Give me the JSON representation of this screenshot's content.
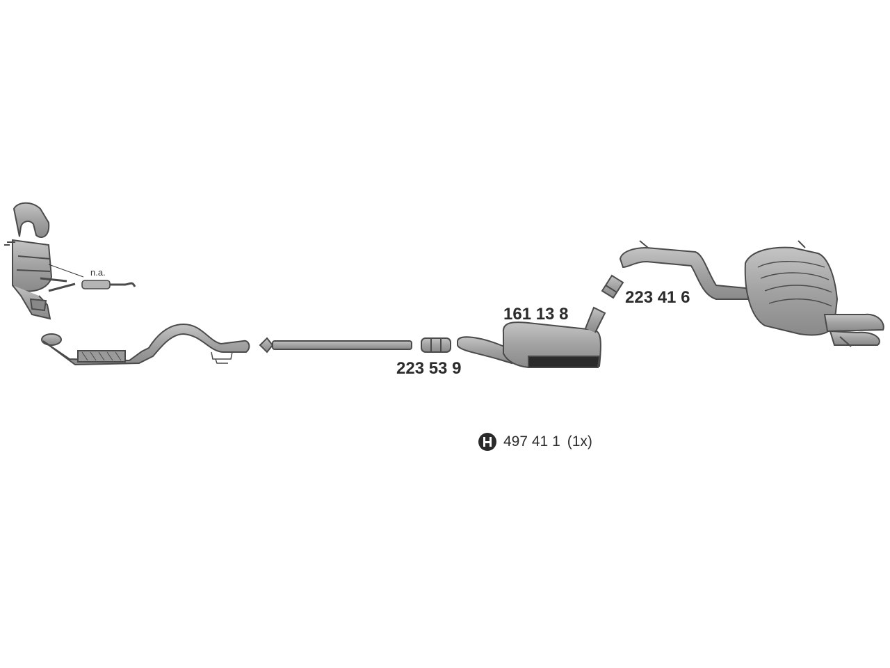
{
  "labels": {
    "na": "n.a.",
    "part_front_clamp": "223 53 9",
    "part_center_muffler": "161 13 8",
    "part_rear_clamp": "223 41 6"
  },
  "hardware": {
    "icon": "hanger-icon",
    "part_number": "497 41 1",
    "quantity": "(1x)"
  },
  "colors": {
    "part_fill": "#a9a9a9",
    "part_stroke": "#4a4a4a",
    "label": "#2b2b2b"
  }
}
